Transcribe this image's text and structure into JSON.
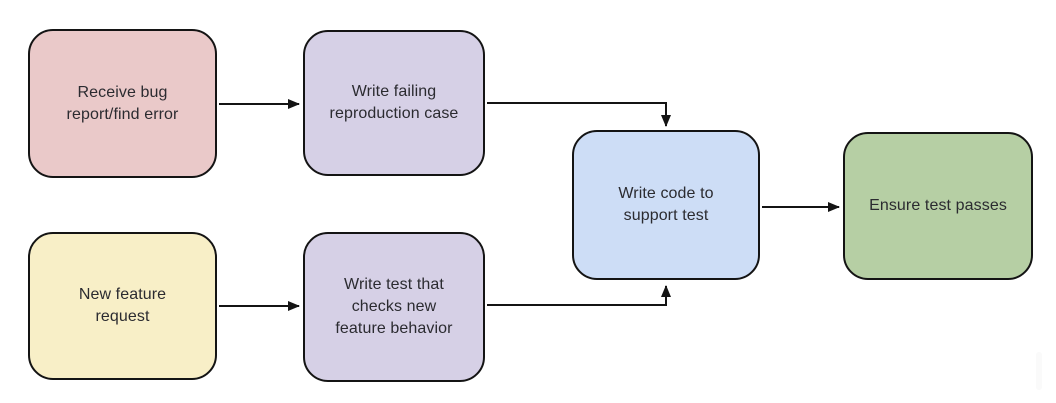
{
  "canvas": {
    "background": "#ffffff",
    "stroke_color": "#141414",
    "text_color": "#2b2b30",
    "scrollbar_color": "#fafafa"
  },
  "diagram": {
    "type": "flowchart",
    "nodes": [
      {
        "id": "receive-bug-report",
        "label": [
          "Receive bug",
          "report/find error"
        ],
        "fill": "#eac9c9"
      },
      {
        "id": "write-failing-reproduction-case",
        "label": [
          "Write failing",
          "reproduction case"
        ],
        "fill": "#d6d0e6"
      },
      {
        "id": "new-feature-request",
        "label": [
          "New feature",
          "request"
        ],
        "fill": "#f8efc7"
      },
      {
        "id": "write-test-checks-new-feature-behavior",
        "label": [
          "Write test that",
          "checks new",
          "feature behavior"
        ],
        "fill": "#d6d0e6"
      },
      {
        "id": "write-code-to-support-test",
        "label": [
          "Write code to",
          "support test"
        ],
        "fill": "#cdddf6"
      },
      {
        "id": "ensure-test-passes",
        "label": [
          "Ensure test passes"
        ],
        "fill": "#b6cfa4"
      }
    ],
    "edges": [
      {
        "from": "receive-bug-report",
        "to": "write-failing-reproduction-case"
      },
      {
        "from": "new-feature-request",
        "to": "write-test-checks-new-feature-behavior"
      },
      {
        "from": "write-failing-reproduction-case",
        "to": "write-code-to-support-test"
      },
      {
        "from": "write-test-checks-new-feature-behavior",
        "to": "write-code-to-support-test"
      },
      {
        "from": "write-code-to-support-test",
        "to": "ensure-test-passes"
      }
    ]
  }
}
